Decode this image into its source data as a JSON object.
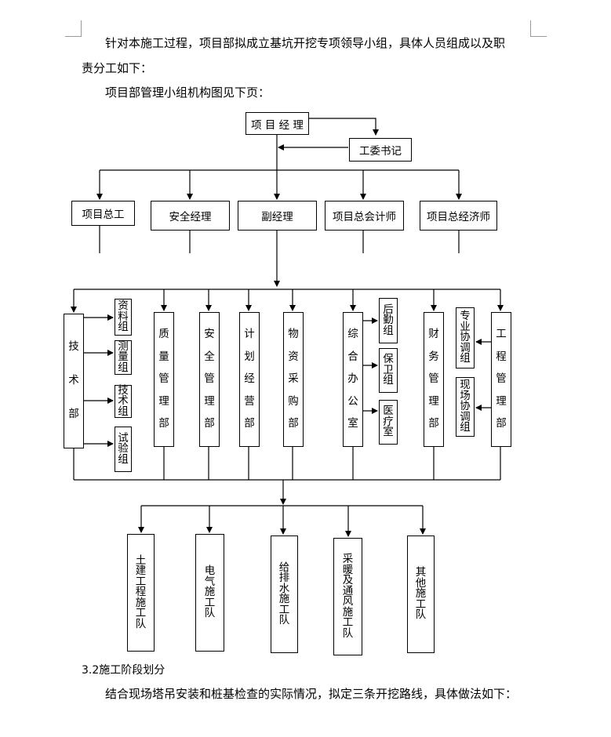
{
  "text": {
    "para1_line1": "针对本施工过程，项目部拟成立基坑开挖专项领导小组，具体人员组成以及职",
    "para1_line2": "责分工如下：",
    "para2": "项目部管理小组机构图见下页：",
    "section_heading": "3.2施工阶段划分",
    "para3": "结合现场塔吊安装和桩基检查的实际情况，拟定三条开挖路线，具体做法如下："
  },
  "org_chart": {
    "top": "项 目 经 理",
    "secretary": "工委书记",
    "level2": [
      "项目总工",
      "安全经理",
      "副经理",
      "项目总会计师",
      "项目总经济师"
    ],
    "departments": {
      "tech": "技术部",
      "tech_groups": [
        "资料组",
        "测量组",
        "技术组",
        "试验组"
      ],
      "quality": "质量管理部",
      "safety": "安全管理部",
      "planning": "计划经营部",
      "materials": "物资采购部",
      "general_office": "综合办公室",
      "office_groups": [
        "后勤组",
        "保卫组",
        "医疗室"
      ],
      "finance": "财务管理部",
      "engineering": "工程管理部",
      "eng_groups": [
        "专业协调组",
        "现场协调组"
      ]
    },
    "teams": [
      "土建工程施工队",
      "电气施工队",
      "给排水施工队",
      "采暖及通风施工队",
      "其他施工队"
    ]
  }
}
